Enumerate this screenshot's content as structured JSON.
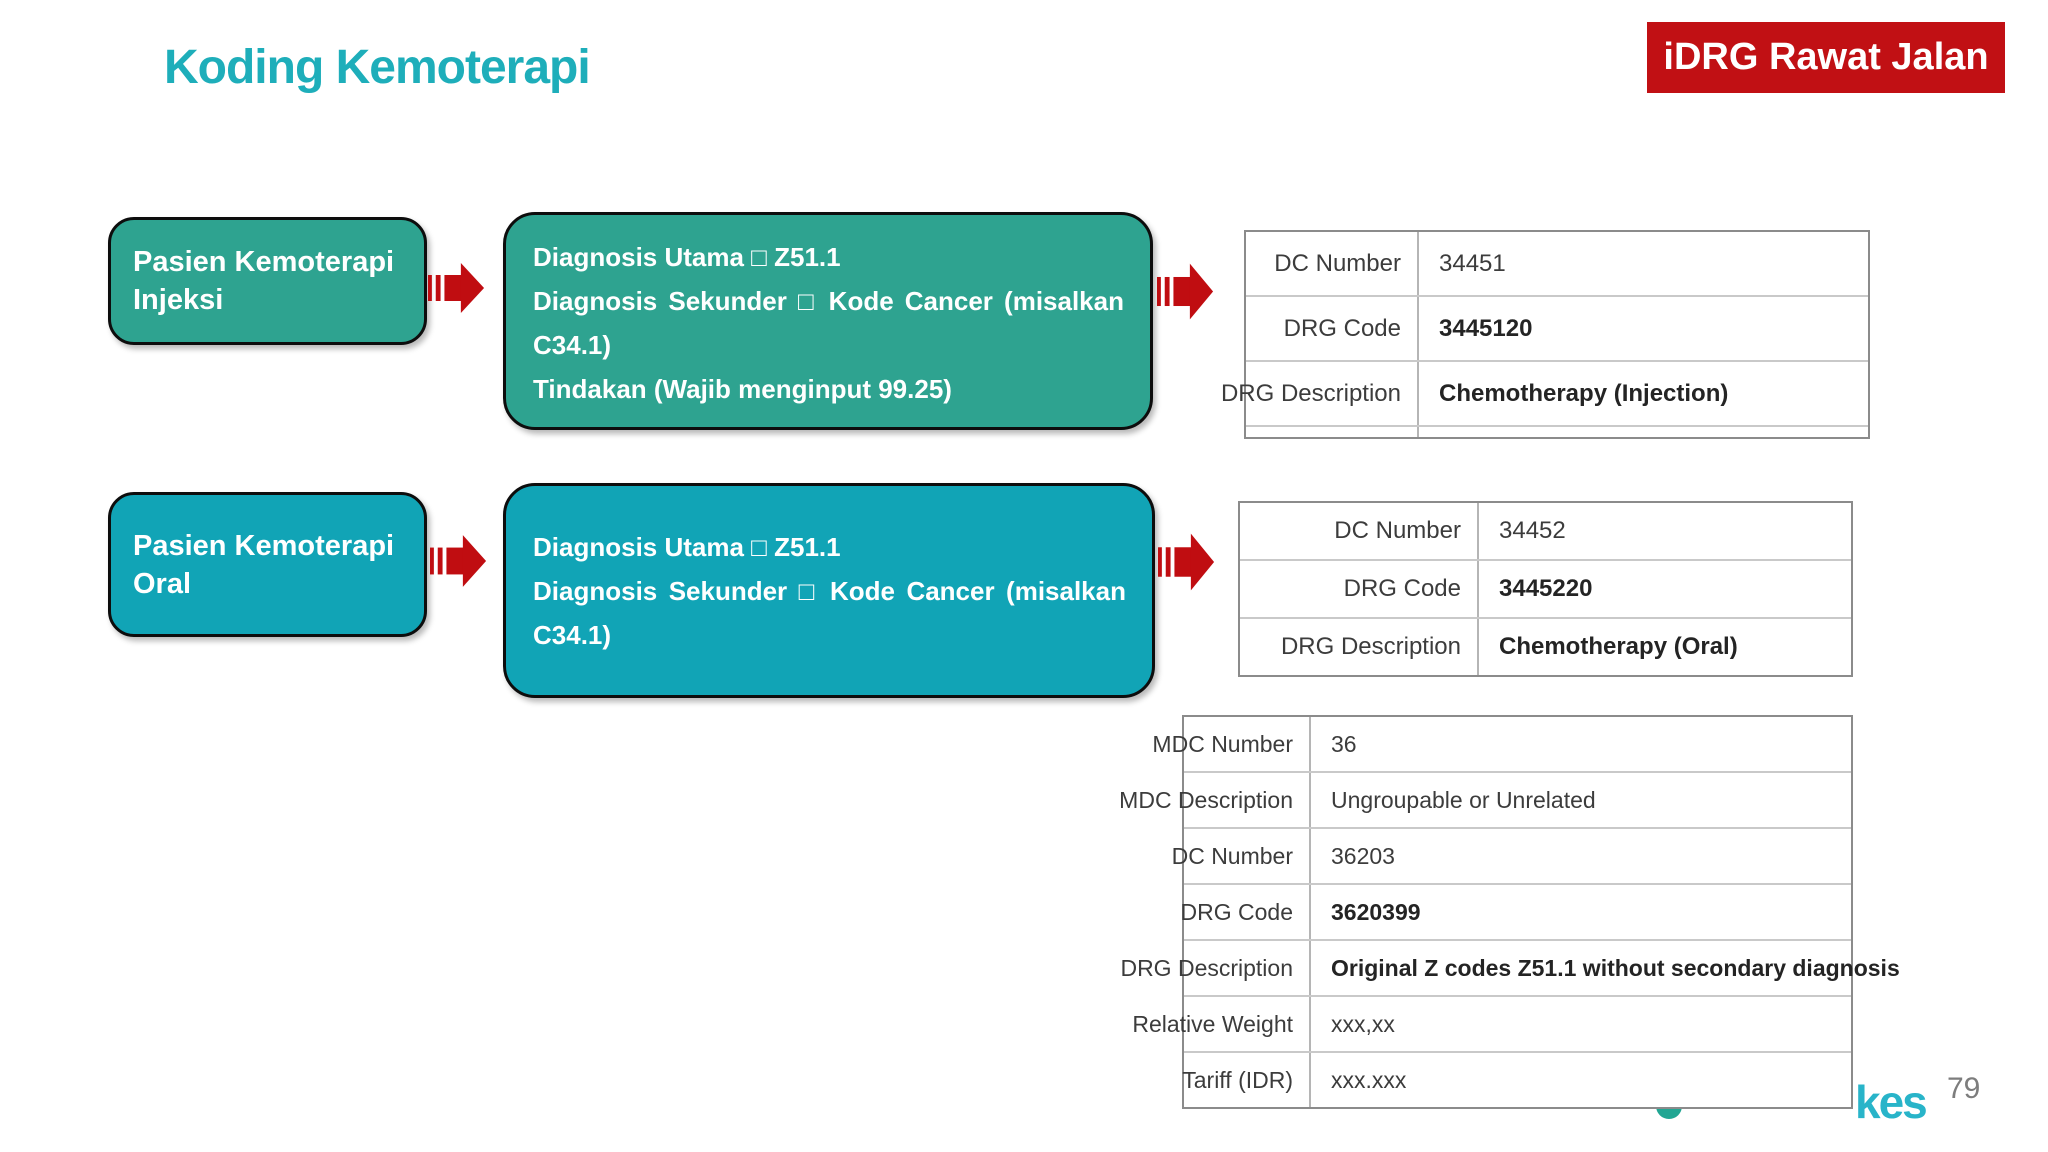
{
  "header": {
    "title": "Koding Kemoterapi",
    "badge": "iDRG Rawat Jalan"
  },
  "flows": [
    {
      "patient": {
        "line1": "Pasien Kemoterapi",
        "line2": "Injeksi"
      },
      "detail": {
        "line1": "Diagnosis Utama □ Z51.1",
        "line2": "Diagnosis Sekunder □ Kode Cancer (misalkan C34.1)",
        "line3": "Tindakan (Wajib menginput 99.25)"
      },
      "table": {
        "rows": [
          {
            "label": "DC Number",
            "value": "34451"
          },
          {
            "label": "DRG Code",
            "value": "3445120"
          },
          {
            "label": "DRG Description",
            "value": "Chemotherapy (Injection)"
          }
        ]
      }
    },
    {
      "patient": {
        "line1": "Pasien Kemoterapi",
        "line2": "Oral"
      },
      "detail": {
        "line1": "Diagnosis Utama □ Z51.1",
        "line2": "Diagnosis Sekunder □ Kode Cancer (misalkan C34.1)"
      },
      "table": {
        "rows": [
          {
            "label": "DC Number",
            "value": "34452"
          },
          {
            "label": "DRG Code",
            "value": "3445220"
          },
          {
            "label": "DRG Description",
            "value": "Chemotherapy (Oral)"
          }
        ]
      }
    }
  ],
  "summary_table": {
    "rows": [
      {
        "label": "MDC Number",
        "value": "36"
      },
      {
        "label": "MDC Description",
        "value": "Ungroupable or Unrelated"
      },
      {
        "label": "DC Number",
        "value": "36203"
      },
      {
        "label": "DRG Code",
        "value": "3620399"
      },
      {
        "label": "DRG Description",
        "value": "Original Z codes Z51.1 without secondary diagnosis"
      },
      {
        "label": "Relative Weight",
        "value": "xxx,xx"
      },
      {
        "label": "Tariff (IDR)",
        "value": "xxx.xxx"
      }
    ]
  },
  "footer": {
    "logo_text_visible": "kes",
    "page_number": "79"
  },
  "colors": {
    "title_teal": "#1EAEBA",
    "badge_red": "#C11014",
    "arrow_red": "#C00D11",
    "flow1_green": "#2EA390",
    "flow2_cyan": "#11A4B6",
    "logo_teal": "#28B4C9",
    "logo_dot_green": "#21A693",
    "logo_dot_lime": "#C5D41E"
  }
}
